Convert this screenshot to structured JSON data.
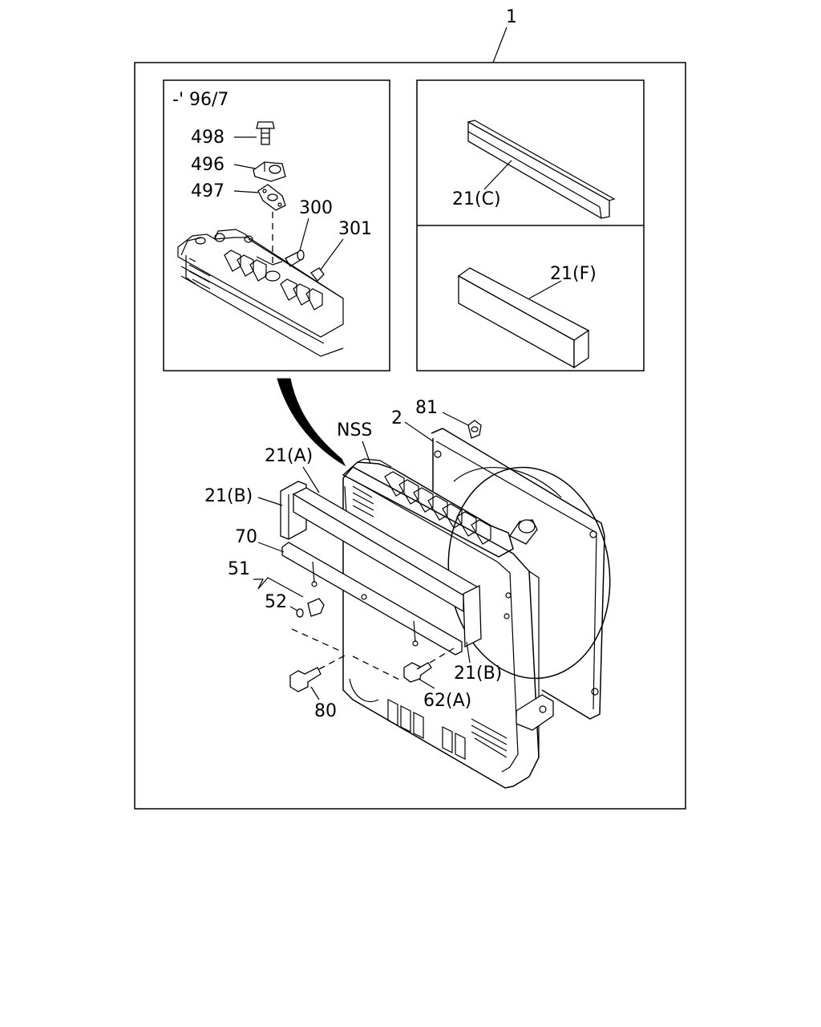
{
  "diagram": {
    "callouts": {
      "assembly": "1",
      "inset_date": "-' 96/7",
      "bolt_498": "498",
      "clamp_496": "496",
      "gasket_497": "497",
      "plug_300": "300",
      "cap_301": "301",
      "seal_21c": "21(C)",
      "seal_21f": "21(F)",
      "nss": "NSS",
      "shroud_2": "2",
      "clip_81": "81",
      "seal_21a": "21(A)",
      "seal_21b_left": "21(B)",
      "bracket_70": "70",
      "part_51": "51",
      "part_52": "52",
      "seal_21b_right": "21(B)",
      "bolt_62a": "62(A)",
      "bolt_80": "80"
    }
  }
}
